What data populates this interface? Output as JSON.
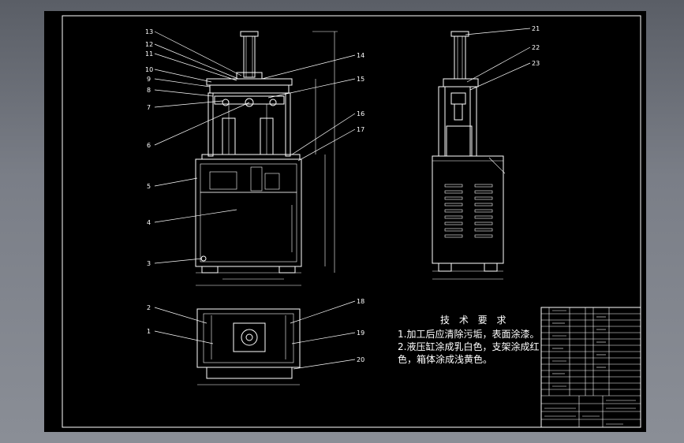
{
  "part_labels": [
    "1",
    "2",
    "3",
    "4",
    "5",
    "6",
    "7",
    "8",
    "9",
    "10",
    "11",
    "12",
    "13",
    "14",
    "15",
    "16",
    "17",
    "18",
    "19",
    "20",
    "21",
    "22",
    "23"
  ],
  "tech_requirements": {
    "title": "技 术 要 求",
    "line1": "1.加工后应清除污垢，表面涂漆。",
    "line2": "2.液压缸涂成乳白色，支架涂成红",
    "line3": "色，箱体涂成浅黄色。"
  },
  "colors": {
    "background": "#000000",
    "lines": "#ffffff",
    "frame": "#6b6f78"
  }
}
